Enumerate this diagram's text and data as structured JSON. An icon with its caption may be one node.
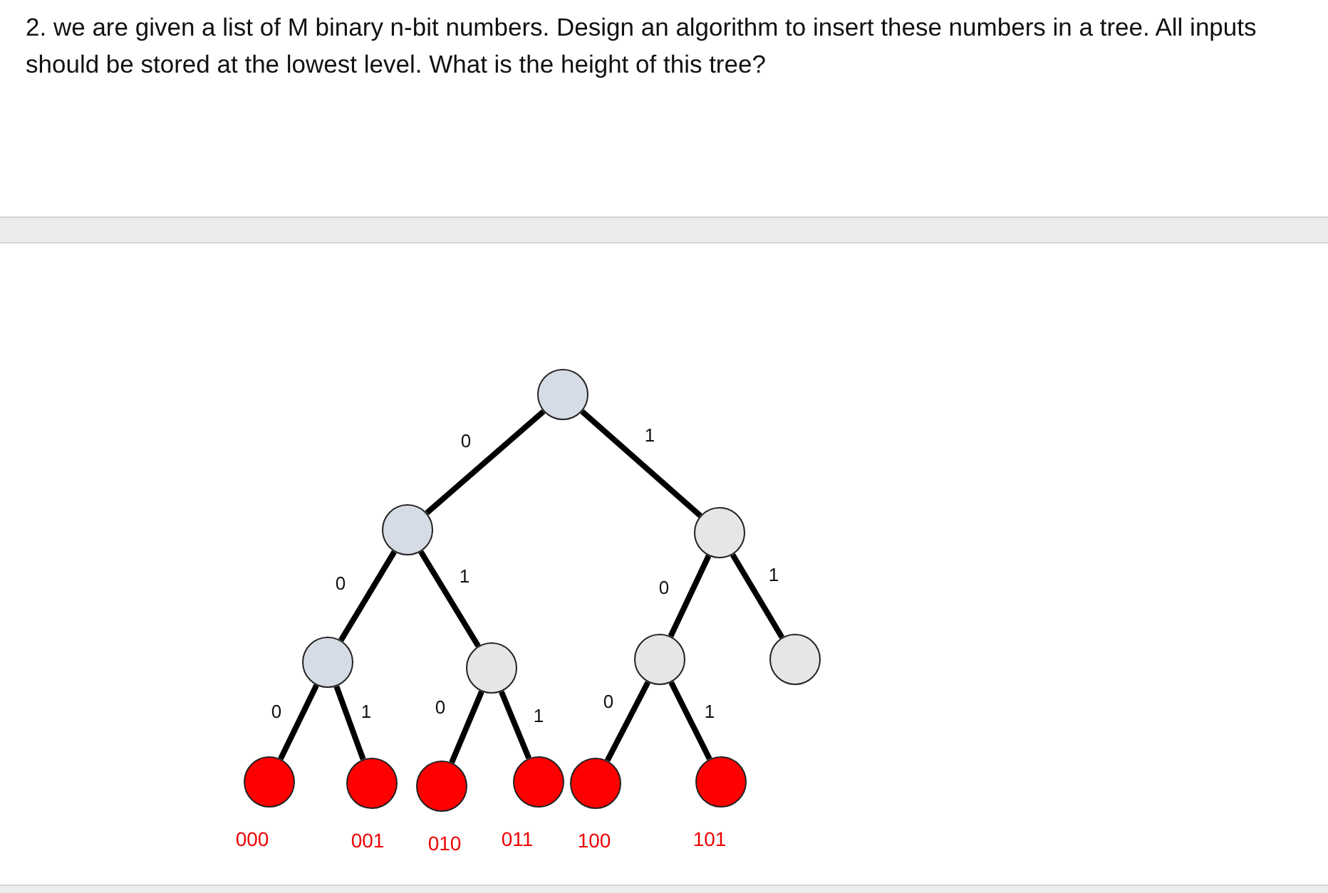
{
  "diagram": {
    "title": "2. we are given a list of M binary n-bit numbers. Design an algorithm to insert these numbers in a tree. All inputs should be stored at the lowest level.  What is the height of this tree?",
    "nodes": [
      {
        "text": [],
        "shape": "circle"
      },
      {
        "text": [],
        "shape": "circle"
      },
      {
        "text": [],
        "shape": "circle"
      },
      {
        "text": [],
        "shape": "circle"
      },
      {
        "text": [],
        "shape": "circle"
      },
      {
        "text": [],
        "shape": "circle"
      },
      {
        "text": [],
        "shape": "circle"
      },
      {
        "text": [],
        "shape": "circle",
        "beside": [
          "000"
        ]
      },
      {
        "text": [],
        "shape": "circle",
        "beside": [
          "001"
        ]
      },
      {
        "text": [],
        "shape": "circle",
        "beside": [
          "010"
        ]
      },
      {
        "text": [],
        "shape": "circle",
        "beside": [
          "011"
        ]
      },
      {
        "text": [],
        "shape": "circle",
        "beside": [
          "100"
        ]
      },
      {
        "text": [],
        "shape": "circle",
        "beside": [
          "101"
        ]
      }
    ],
    "edges": [
      {
        "from": 0,
        "to": 1,
        "arrow": "none",
        "label": "0"
      },
      {
        "from": 0,
        "to": 2,
        "arrow": "none",
        "label": "1"
      },
      {
        "from": 1,
        "to": 3,
        "arrow": "none",
        "label": "0"
      },
      {
        "from": 1,
        "to": 4,
        "arrow": "none",
        "label": "1"
      },
      {
        "from": 2,
        "to": 5,
        "arrow": "none",
        "label": "0"
      },
      {
        "from": 2,
        "to": 6,
        "arrow": "none",
        "label": "1"
      },
      {
        "from": 3,
        "to": 7,
        "arrow": "none",
        "label": "0"
      },
      {
        "from": 3,
        "to": 8,
        "arrow": "none",
        "label": "1"
      },
      {
        "from": 4,
        "to": 9,
        "arrow": "none",
        "label": "0"
      },
      {
        "from": 4,
        "to": 10,
        "arrow": "none",
        "label": "1"
      },
      {
        "from": 5,
        "to": 11,
        "arrow": "none",
        "label": "0"
      },
      {
        "from": 5,
        "to": 12,
        "arrow": "none",
        "label": "1"
      }
    ]
  }
}
